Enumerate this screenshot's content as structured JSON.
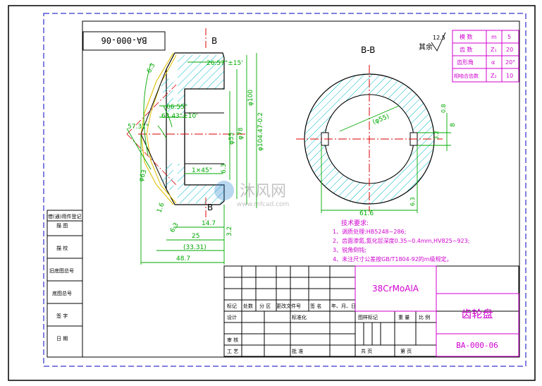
{
  "drawing_no_top": "BA-000-06",
  "section_b_top": "B",
  "section_b_bottom": "B",
  "section_view_title": "B-B",
  "roughness_other": "12.5",
  "roughness_other_label": "其余",
  "params": [
    {
      "name": "模  数",
      "sym": "m",
      "val": "5"
    },
    {
      "name": "齿  数",
      "sym": "Z₁",
      "val": "20"
    },
    {
      "name": "齿形角",
      "sym": "α",
      "val": "20°"
    },
    {
      "name": "相啮合齿数",
      "sym": "Z₂",
      "val": "10"
    }
  ],
  "dims": {
    "angle_top": "26.57°±15'",
    "angle_66": "66.55°",
    "angle_63": "63.43°±10'",
    "angle_57": "57.31°",
    "phi100": "φ100",
    "phi104": "φ104.47-0.2",
    "phi78": "φ78",
    "phi55": "φ55",
    "chamfer": "1×45°",
    "d147": "14.7",
    "d25": "25",
    "d3331": "(33.31)",
    "d487": "48.7",
    "d615": "61.6",
    "keyway": "8",
    "bore_label": "(φ55)",
    "r63": "6.3",
    "r32": "3.2",
    "r08": "0.8",
    "r16": "1.6"
  },
  "tech_requirements": {
    "title": "技术要求:",
    "items": [
      "1、调质处理:HB5248~286;",
      "2、齿面渗氮,氮化层深度0.35~0.4mm,HV825~923;",
      "3、锐角倒钝;",
      "4、未注尺寸公差按GB/T1804-92的m级规定。"
    ]
  },
  "left_column": [
    "借(通)用件登记",
    "描  图",
    "描  校",
    "旧底图总号",
    "底图总号",
    "签  字",
    "日  期"
  ],
  "title_block": {
    "material": "38CrMoAlA",
    "part_name": "齿轮盘",
    "drawing_no": "BA-000-06",
    "rev_headers": [
      "标记",
      "处数",
      "分  区",
      "更改文件号",
      "签  名",
      "年、月、日"
    ],
    "design": "设计",
    "standardize": "标准化",
    "stage_mark": "图样标记",
    "weight": "重  量",
    "scale": "比  例",
    "review": "审  核",
    "craft": "工  艺",
    "approve": "批  准",
    "total_sheets": "共    页",
    "sheet_no": "第    页"
  },
  "watermark": {
    "brand": "沐风网",
    "url": "www.mfcad.com"
  }
}
